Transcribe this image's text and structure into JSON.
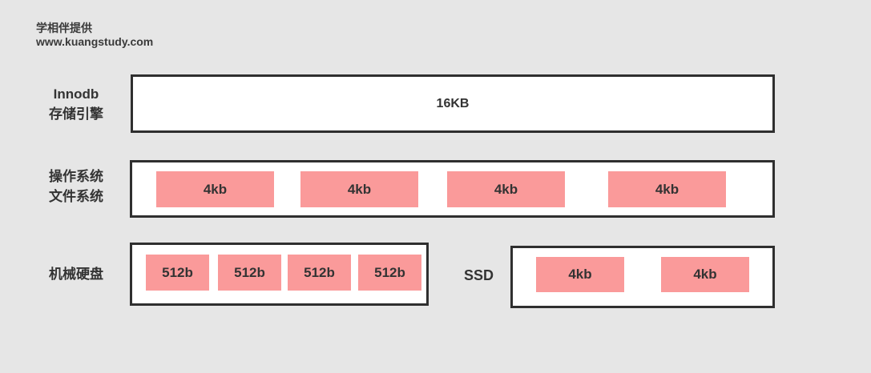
{
  "watermark": {
    "line1": "学相伴提供",
    "line2": "www.kuangstudy.com"
  },
  "innodb_row": {
    "label_line1": "Innodb",
    "label_line2": "存储引擎",
    "page_size": "16KB"
  },
  "os_row": {
    "label_line1": "操作系统",
    "label_line2": "文件系统",
    "blocks": [
      "4kb",
      "4kb",
      "4kb",
      "4kb"
    ]
  },
  "disk_row": {
    "hdd_label": "机械硬盘",
    "hdd_blocks": [
      "512b",
      "512b",
      "512b",
      "512b"
    ],
    "ssd_label": "SSD",
    "ssd_blocks": [
      "4kb",
      "4kb"
    ]
  },
  "colors": {
    "background": "#e6e6e6",
    "box_background": "#ffffff",
    "box_border": "#2f2f2f",
    "block_fill": "#fa9a9a",
    "text": "#333333"
  }
}
